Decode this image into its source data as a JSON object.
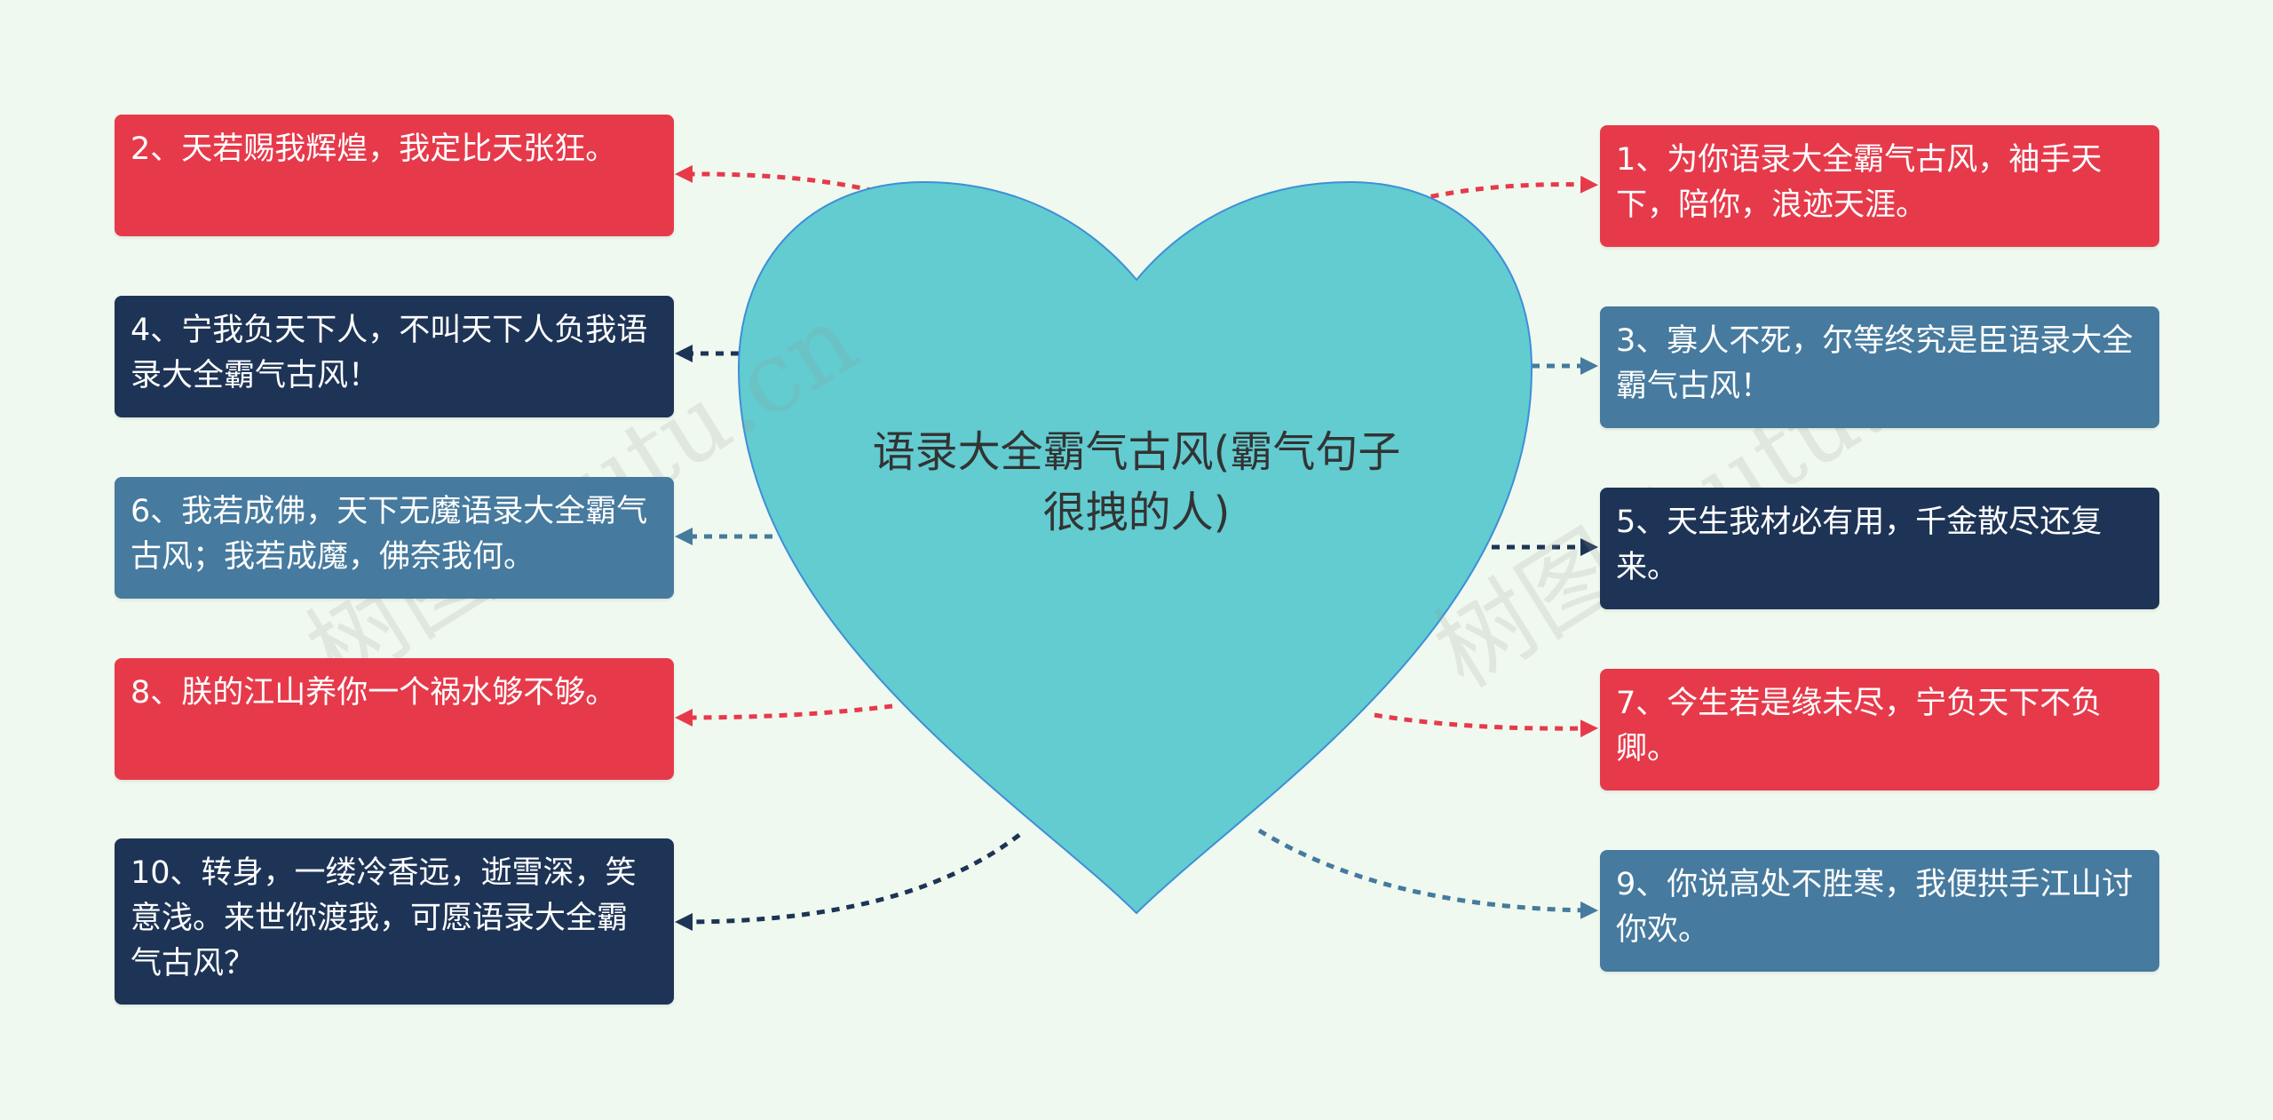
{
  "center": {
    "title": "语录大全霸气古风(霸气句子很拽的人)"
  },
  "nodes": [
    {
      "id": "1",
      "text": "1、为你语录大全霸气古风，袖手天下，陪你，浪迹天涯。",
      "color": "#e63a4b"
    },
    {
      "id": "2",
      "text": "2、天若赐我辉煌，我定比天张狂。",
      "color": "#e63a4b"
    },
    {
      "id": "3",
      "text": "3、寡人不死，尔等终究是臣语录大全霸气古风！",
      "color": "#467a9e"
    },
    {
      "id": "4",
      "text": "4、宁我负天下人，不叫天下人负我语录大全霸气古风！",
      "color": "#1e3456"
    },
    {
      "id": "5",
      "text": "5、天生我材必有用，千金散尽还复来。",
      "color": "#1e3456"
    },
    {
      "id": "6",
      "text": "6、我若成佛，天下无魔语录大全霸气古风；我若成魔，佛奈我何。",
      "color": "#467a9e"
    },
    {
      "id": "7",
      "text": "7、今生若是缘未尽，宁负天下不负卿。",
      "color": "#e63a4b"
    },
    {
      "id": "8",
      "text": "8、朕的江山养你一个祸水够不够。",
      "color": "#e63a4b"
    },
    {
      "id": "9",
      "text": "9、你说高处不胜寒，我便拱手江山讨你欢。",
      "color": "#467a9e"
    },
    {
      "id": "10",
      "text": "10、转身，一缕冷香远，逝雪深，笑意浅。来世你渡我，可愿语录大全霸气古风？",
      "color": "#1e3456"
    }
  ],
  "colors": {
    "heart": "#62ccd0",
    "heart_stroke": "#3d8fd8",
    "background": "#f0f9ef"
  },
  "watermark": "树图shutu.cn"
}
